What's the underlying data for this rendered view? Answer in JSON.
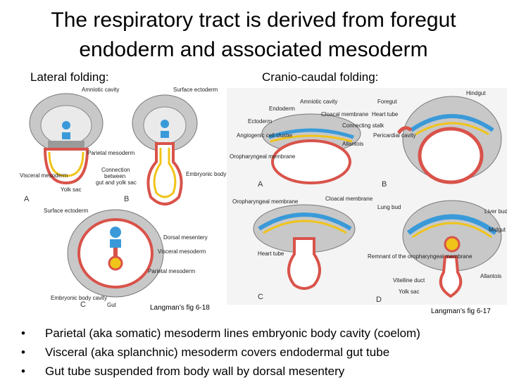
{
  "slide": {
    "title_line1": "The respiratory tract is derived from foregut",
    "title_line2": "endoderm and associated mesoderm",
    "subtitle_left": "Lateral folding:",
    "subtitle_right": "Cranio-caudal folding:",
    "caption_left": "Langman’s fig 6-18",
    "caption_right": "Langman’s fig 6-17",
    "bullet_symbol": "•",
    "bullets": [
      "Parietal (aka somatic) mesoderm lines embryonic body cavity (coelom)",
      "Visceral (aka splanchnic) mesoderm covers endodermal gut tube",
      "Gut tube suspended from body wall by dorsal mesentery"
    ]
  },
  "figure_left": {
    "labels": {
      "amniotic_cavity": "Amniotic cavity",
      "surface_ectoderm_top": "Surface ectoderm",
      "parietal_mesoderm": "Parietal mesoderm",
      "visceral_mesoderm": "Visceral mesoderm",
      "yolk_sac": "Yolk sac",
      "connection_line1": "Connection",
      "connection_line2": "between",
      "connection_line3": "gut and yolk sac",
      "embryonic_body_cavity": "Embryonic body cavity",
      "panel_a": "A",
      "panel_b": "B",
      "surface_ectoderm_bottom": "Surface ectoderm",
      "dorsal_mesentery": "Dorsal mesentery",
      "visceral_mesoderm_c": "Visceral mesoderm",
      "parietal_mesoderm_c": "Parietal mesoderm",
      "embryonic_body_cavity_c": "Embryonic body cavity",
      "gut": "Gut",
      "panel_c": "C"
    }
  },
  "figure_right": {
    "labels": {
      "amniotic_cavity": "Amniotic cavity",
      "endoderm": "Endoderm",
      "cloacal_membrane": "Cloacal membrane",
      "ectoderm": "Ectoderm",
      "connecting_stalk": "Connecting stalk",
      "angiogenic_cell_cluster": "Angiogenic cell cluster",
      "allantois": "Allantois",
      "oropharyngeal_membrane": "Oropharyngeal membrane",
      "foregut": "Foregut",
      "hindgut": "Hindgut",
      "heart_tube": "Heart tube",
      "pericardial_cavity": "Pericardial cavity",
      "panel_a": "A",
      "panel_b": "B",
      "oropharyngeal_membrane_c": "Oropharyngeal membrane",
      "cloacal_membrane_c": "Cloacal membrane",
      "lung_bud": "Lung bud",
      "liver_bud": "Liver bud",
      "midgut": "Midgut",
      "heart_tube_c": "Heart tube",
      "remnant_oropharyngeal": "Remnant of the oropharyngeal membrane",
      "vitelline_duct": "Vitelline duct",
      "allantois_d": "Allantois",
      "yolk_sac": "Yolk sac",
      "panel_c": "C",
      "panel_d": "D"
    }
  },
  "colors": {
    "mesoderm": "#d9534a",
    "endoderm": "#f0c419",
    "ectoderm": "#3a9ad9",
    "tissue_gray": "#9a9a9a",
    "background_gray": "#f4f4f4"
  }
}
